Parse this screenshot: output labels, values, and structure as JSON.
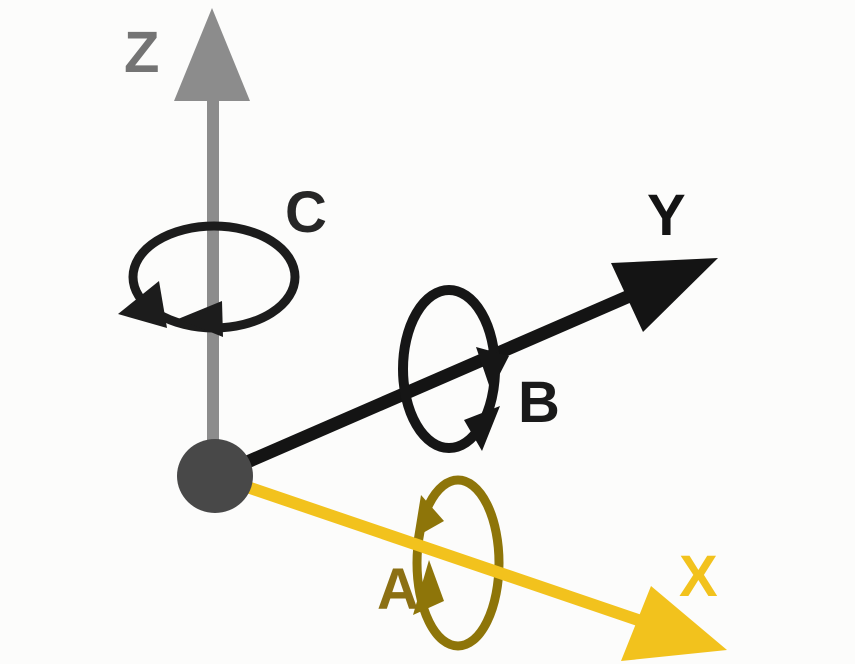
{
  "canvas": {
    "background": "#fcfcfb"
  },
  "axes": {
    "z": {
      "label": "Z",
      "color": "#8c8c8c",
      "label_color": "#747474"
    },
    "y": {
      "label": "Y",
      "color": "#141414",
      "label_color": "#141414"
    },
    "x": {
      "label": "X",
      "color": "#f2c21d",
      "label_color": "#f2c21d"
    }
  },
  "rotations": {
    "c": {
      "label": "C",
      "axis": "Z",
      "color": "#1c1c1c",
      "label_color": "#262626"
    },
    "b": {
      "label": "B",
      "axis": "Y",
      "color": "#161616",
      "label_color": "#1a1a1a"
    },
    "a": {
      "label": "A",
      "axis": "X",
      "color": "#8e7509",
      "label_color": "#8c7013"
    }
  },
  "origin": {
    "color": "#484848"
  }
}
